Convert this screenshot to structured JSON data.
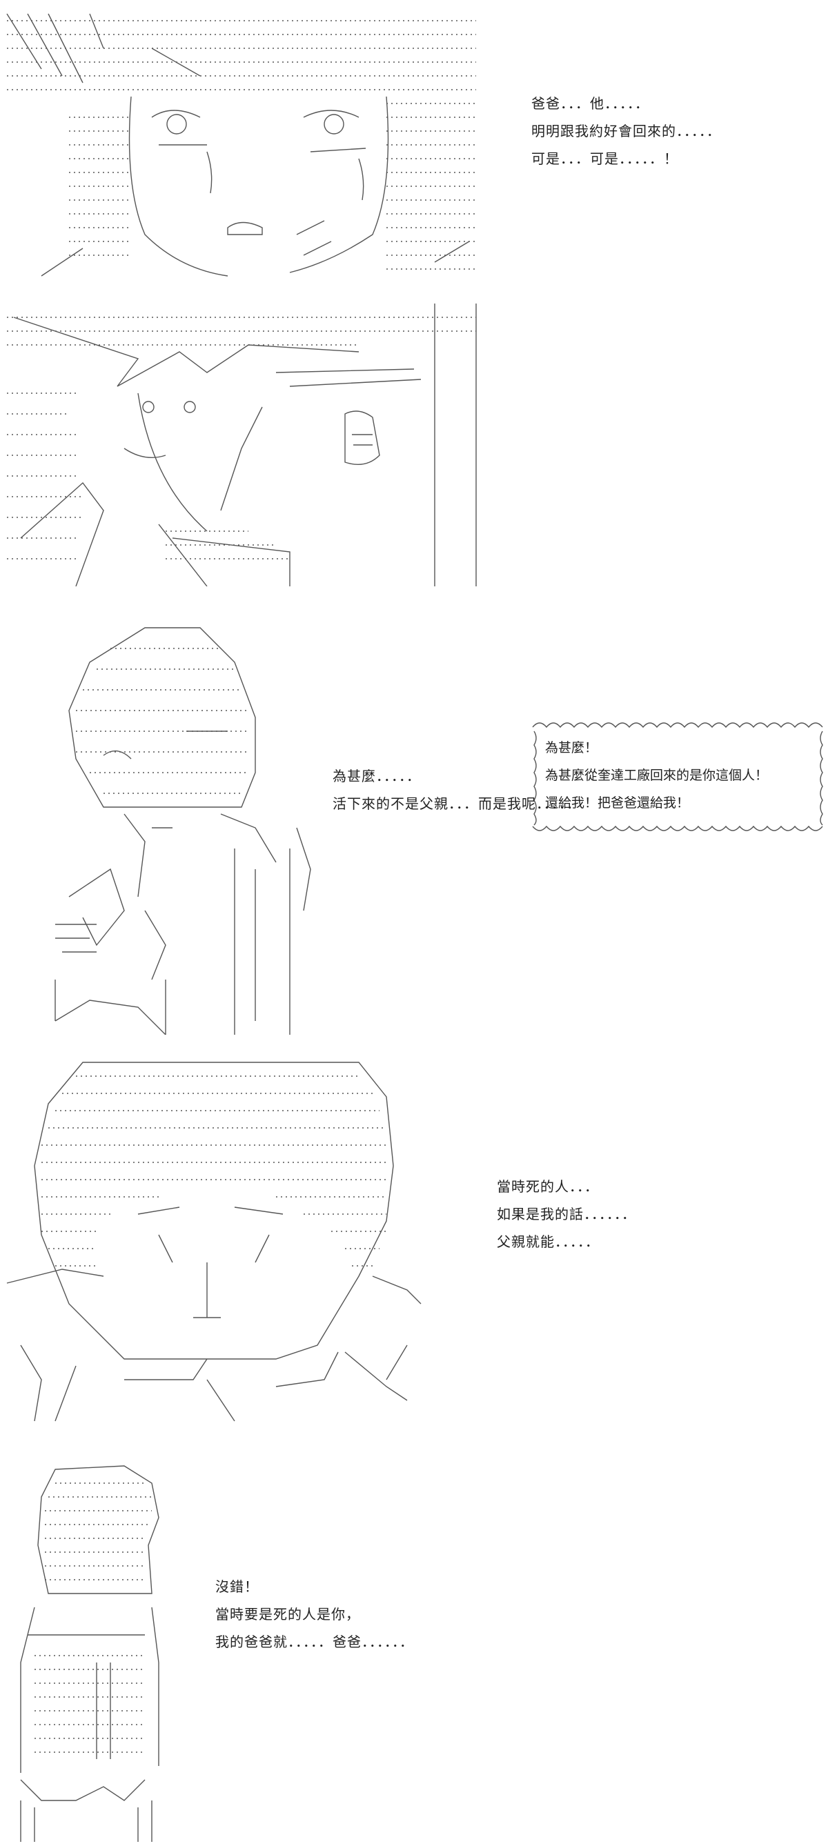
{
  "panels": [
    {
      "id": "panel-1",
      "lines": [
        "爸爸．．．他．．．．．",
        "明明跟我約好會回來的．．．．．",
        "可是．．．可是．．．．．！"
      ]
    },
    {
      "id": "panel-2",
      "bubble_lines": [
        "為甚麼！",
        "為甚麼從奎達工廠回來的是你這個人！",
        "還給我！把爸爸還給我！"
      ]
    },
    {
      "id": "panel-3",
      "lines": [
        "為甚麼．．．．．",
        "活下來的不是父親．．．而是我呢．．．．．"
      ]
    },
    {
      "id": "panel-4",
      "lines": [
        "當時死的人．．．",
        "如果是我的話．．．．．．",
        "父親就能．．．．．"
      ]
    },
    {
      "id": "panel-5",
      "lines": [
        "沒錯！",
        "當時要是死的人是你，",
        "我的爸爸就．．．．．爸爸．．．．．．"
      ]
    }
  ],
  "colors": {
    "ink": "#222222",
    "art_line": "#555555",
    "background": "#ffffff"
  }
}
